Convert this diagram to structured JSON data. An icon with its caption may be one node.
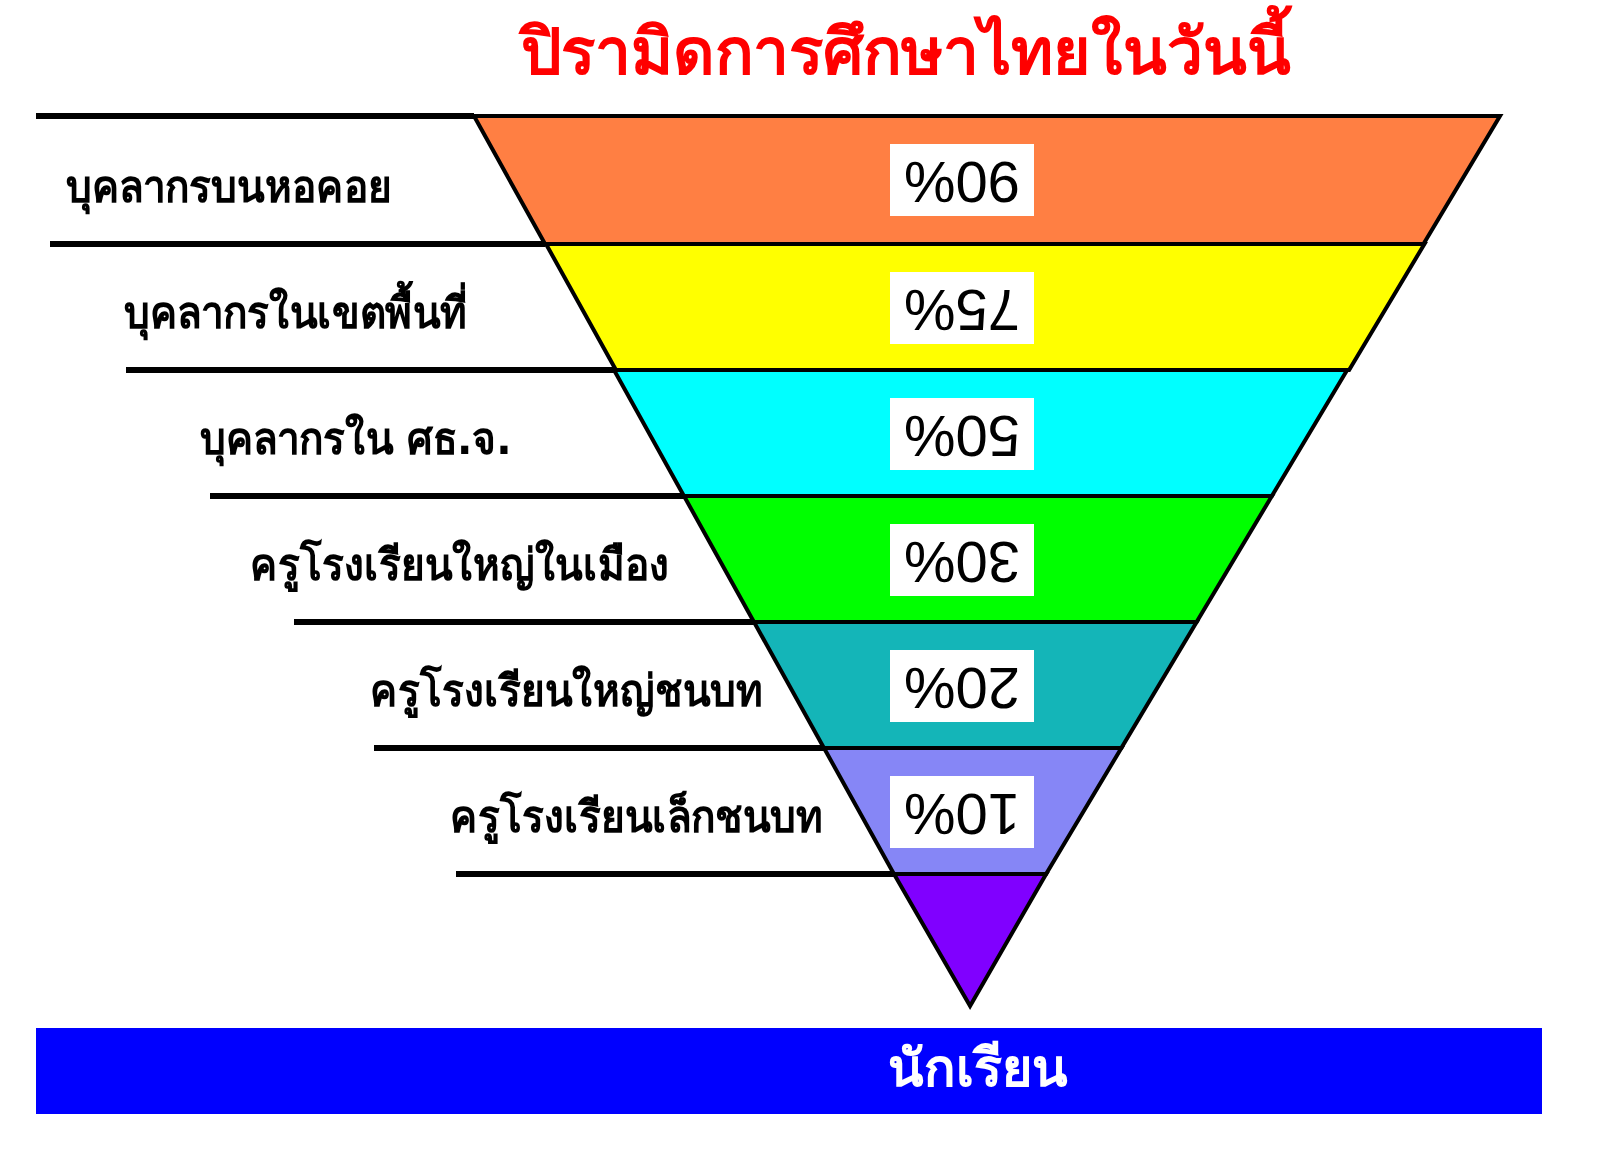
{
  "diagram": {
    "title": "ปิรามิดการศึกษาไทยในวันนี้",
    "nodes": [
      {
        "text": [
          "90%"
        ]
      },
      {
        "text": [
          "75%"
        ]
      },
      {
        "text": [
          "50%"
        ]
      },
      {
        "text": [
          "30%"
        ]
      },
      {
        "text": [
          "20%"
        ]
      },
      {
        "text": [
          "10%"
        ]
      },
      {
        "text": [],
        "shape": "triangle"
      },
      {
        "text": [
          "นักเรียน"
        ]
      }
    ],
    "labels": [
      "บุคลากรบนหอคอย",
      "บุคลากรในเขตพื้นที่",
      "บุคลากรใน ศธ.จ.",
      "ครูโรงเรียนใหญ่ในเมือง",
      "ครูโรงเรียนใหญ่ชนบท",
      "ครูโรงเรียนเล็กชนบท"
    ]
  }
}
